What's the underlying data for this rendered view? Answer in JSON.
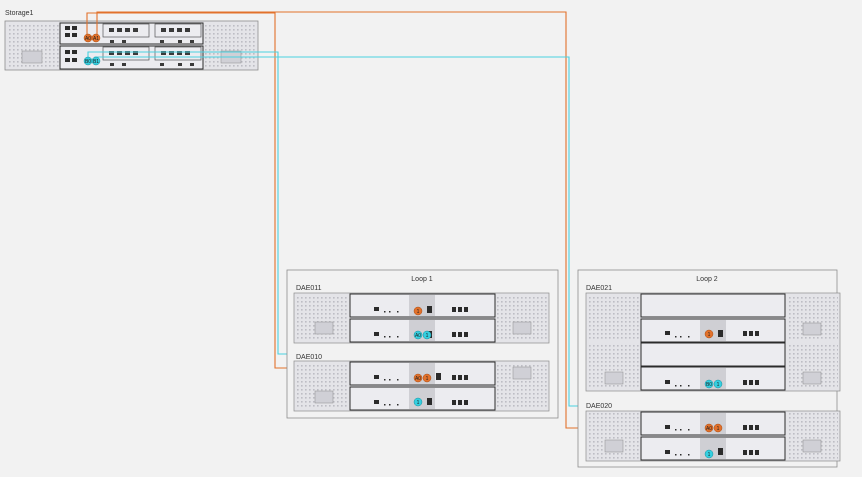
{
  "colors": {
    "background": "#f2f2f2",
    "chassis": "#e4e4e8",
    "chassis_border": "#8c8c8c",
    "module": "#ececf0",
    "dark": "#2b2b2b",
    "cable_a": "#e2712b",
    "cable_b": "#4ad2e0",
    "port_a": "#e2712b",
    "port_b": "#35cfe0"
  },
  "storage": {
    "name": "Storage1",
    "ports_a": [
      "A0",
      "A1"
    ],
    "ports_b": [
      "B0",
      "B1"
    ]
  },
  "loops": [
    {
      "title": "Loop 1",
      "enclosures": [
        {
          "name": "DAE011",
          "port_a": "1",
          "port_b": [
            "A0",
            "1"
          ]
        },
        {
          "name": "DAE010",
          "port_a": [
            "A0",
            "1"
          ],
          "port_b": "1"
        }
      ]
    },
    {
      "title": "Loop 2",
      "enclosures": [
        {
          "name": "DAE021",
          "port_a": "1",
          "port_b": [
            "B0",
            "1"
          ]
        },
        {
          "name": "DAE020",
          "port_a": [
            "A0",
            "1"
          ],
          "port_b": "1"
        }
      ]
    }
  ]
}
